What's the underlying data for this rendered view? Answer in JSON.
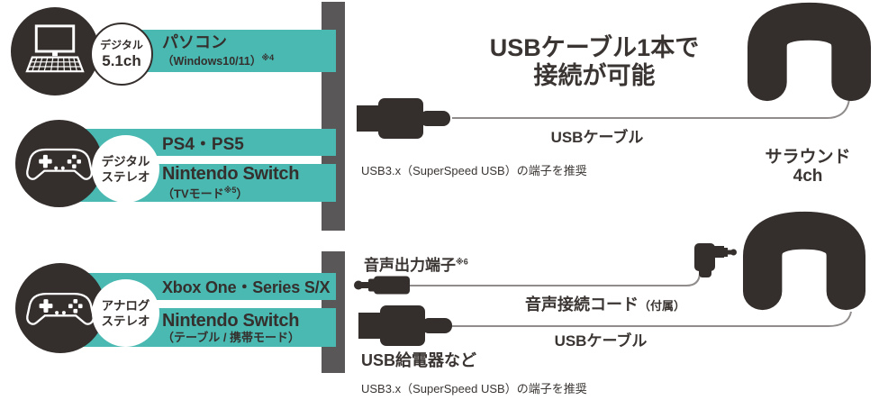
{
  "colors": {
    "accent_teal": "#49b9b2",
    "dark_ink": "#342e2c",
    "spine_gray": "#595757",
    "cable_gray": "#8f8c8b",
    "text": "#3a3533"
  },
  "left": {
    "rows": [
      {
        "icon": "laptop-icon",
        "badge": {
          "line1": "デジタル",
          "line2": "5.1ch"
        },
        "bars": [
          {
            "label": "パソコン",
            "sub_pre": "（Windows10/11）",
            "sup": "※4",
            "sub_post": ""
          }
        ]
      },
      {
        "icon": "gamepad-icon",
        "badge": {
          "line1": "デジタル",
          "line2": "ステレオ"
        },
        "bars": [
          {
            "label": "PS4・PS5"
          },
          {
            "label": "Nintendo Switch",
            "sub_pre": "（TVモード",
            "sup": "※5",
            "sub_post": "）"
          }
        ]
      },
      {
        "icon": "gamepad-icon",
        "badge": {
          "line1": "アナログ",
          "line2": "ステレオ"
        },
        "bars": [
          {
            "label": "Xbox One・Series S/X"
          },
          {
            "label": "Nintendo Switch",
            "sub_pre": "（テーブル / 携帯モード）",
            "sup": "",
            "sub_post": ""
          }
        ]
      }
    ]
  },
  "main": {
    "heading_line1": "USBケーブル1本で",
    "heading_line2": "接続が可能",
    "usb_cable_label_top": "USBケーブル",
    "usb_note_top": "USB3.x（SuperSpeed USB）の端子を推奨",
    "speaker_label_line1": "サラウンド",
    "speaker_label_line2": "4ch",
    "audio_out_label": "音声出力端子",
    "audio_out_sup": "※6",
    "audio_cord_label": "音声接続コード",
    "audio_cord_note": "（付属）",
    "usb_cable_label_bottom": "USBケーブル",
    "usb_power_label": "USB給電器など",
    "usb_note_bottom": "USB3.x（SuperSpeed USB）の端子を推奨"
  }
}
